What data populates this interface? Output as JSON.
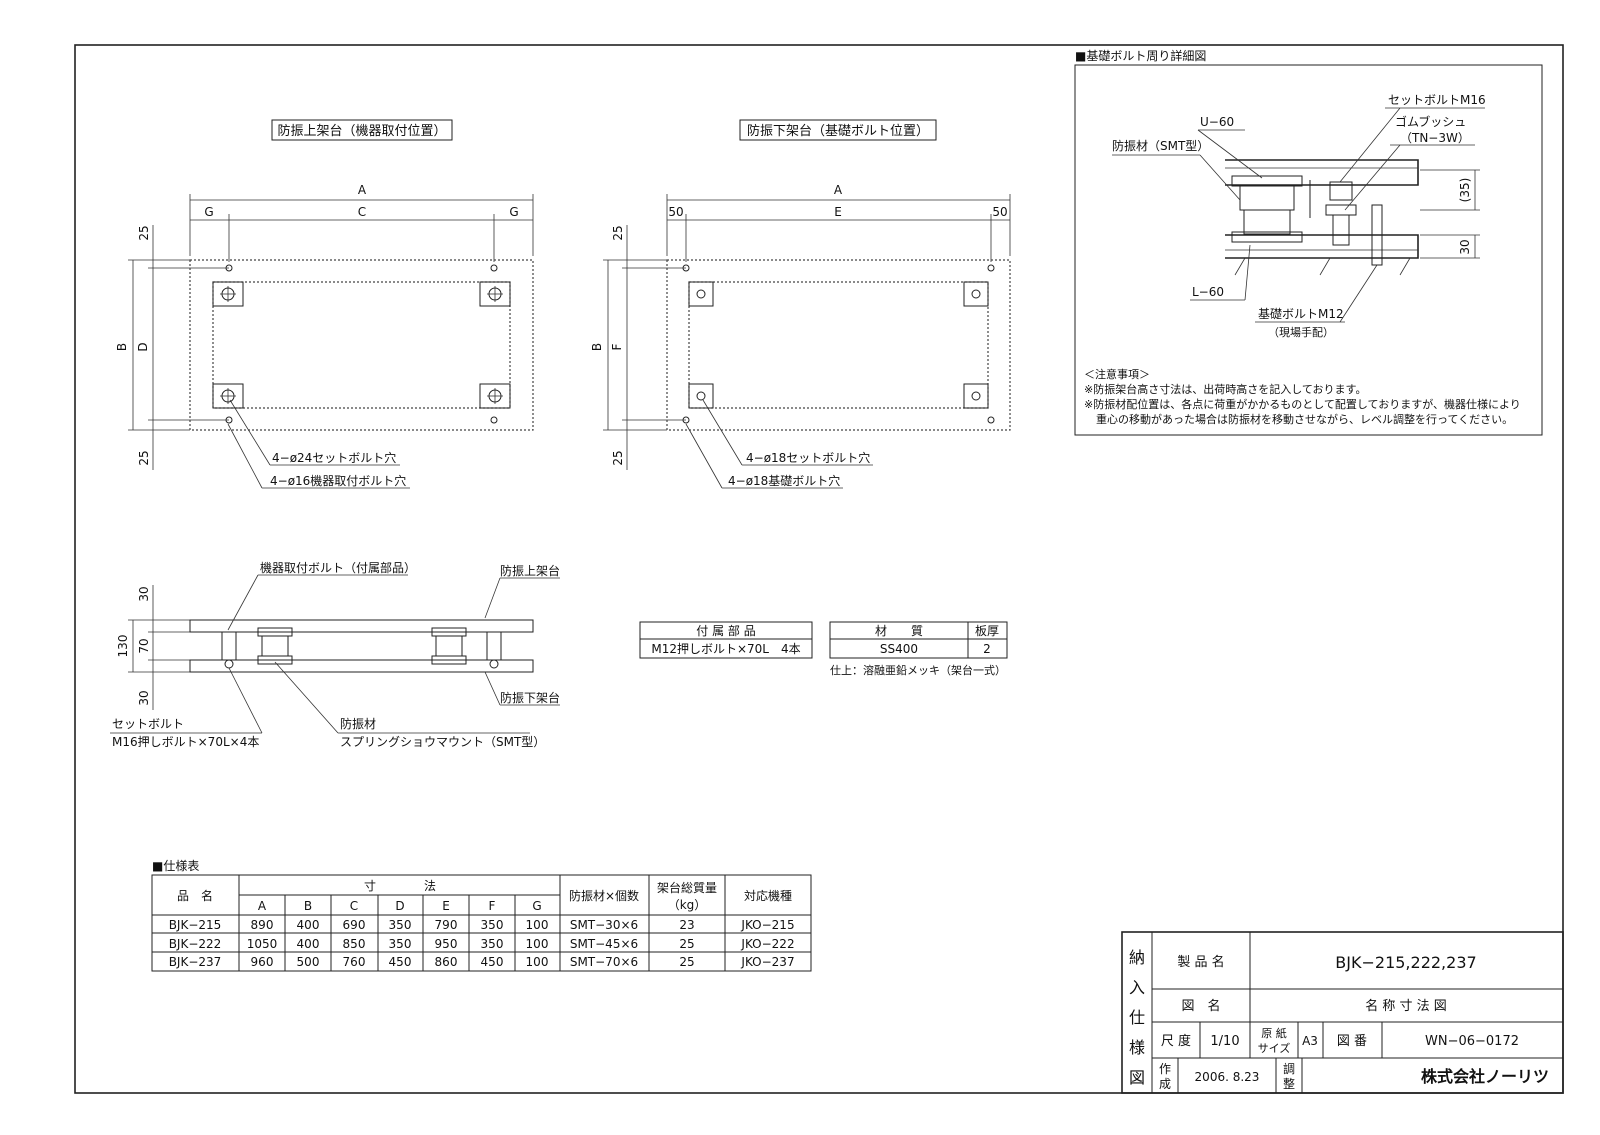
{
  "upper_frame": {
    "title": "防振上架台（機器取付位置）",
    "dim_A": "A",
    "dim_G_left": "G",
    "dim_C": "C",
    "dim_G_right": "G",
    "dim_B": "B",
    "dim_D": "D",
    "dim_25_top": "25",
    "dim_25_bottom": "25",
    "label_hole1": "4−ø24セットボルト穴",
    "label_hole2": "4−ø16機器取付ボルト穴"
  },
  "lower_frame": {
    "title": "防振下架台（基礎ボルト位置）",
    "dim_A": "A",
    "dim_50_left": "50",
    "dim_E": "E",
    "dim_50_right": "50",
    "dim_B": "B",
    "dim_F": "F",
    "dim_25_top": "25",
    "dim_25_bottom": "25",
    "label_hole1": "4−ø18セットボルト穴",
    "label_hole2": "4−ø18基礎ボルト穴"
  },
  "side_view": {
    "label_mount_bolt": "機器取付ボルト（付属部品）",
    "label_upper": "防振上架台",
    "label_lower": "防振下架台",
    "label_set_bolt": "セットボルト",
    "label_set_bolt_spec": "M16押しボルト×70L×4本",
    "label_damper": "防振材",
    "label_damper_spec": "スプリングショウマウント（SMT型）",
    "dim_30_top": "30",
    "dim_70": "70",
    "dim_130": "130",
    "dim_30_bottom": "30"
  },
  "detail": {
    "header": "■基礎ボルト周り詳細図",
    "label_set_bolt": "セットボルトM16",
    "label_u60": "U−60",
    "label_rubber": "ゴムブッシュ",
    "label_rubber_spec": "（TN−3W）",
    "label_damper": "防振材（SMT型）",
    "label_35": "(35)",
    "label_30": "30",
    "label_l60": "L−60",
    "label_anchor": "基礎ボルトM12",
    "label_anchor_note": "（現場手配）",
    "notes_title": "＜注意事項＞",
    "note1": "※防振架台高さ寸法は、出荷時高さを記入しております。",
    "note2": "※防振材配位置は、各点に荷重がかかるものとして配置しておりますが、機器仕様により",
    "note3": "重心の移動があった場合は防振材を移動させながら、レベル調整を行ってください。"
  },
  "accessory_table": {
    "header": "付 属 部 品",
    "row": "M12押しボルト×70L　4本"
  },
  "material_table": {
    "h_material": "材　　質",
    "h_thickness": "板厚",
    "material": "SS400",
    "thickness": "2",
    "finish": "仕上：溶融亜鉛メッキ（架台一式）"
  },
  "spec_table": {
    "title": "■仕様表",
    "h_name": "品　名",
    "h_dims": "寸　　　　法",
    "dim_cols": [
      "A",
      "B",
      "C",
      "D",
      "E",
      "F",
      "G"
    ],
    "h_damper": "防振材×個数",
    "h_weight": "架台総質量",
    "h_weight_unit": "（kg）",
    "h_model": "対応機種",
    "rows": [
      {
        "name": "BJK−215",
        "A": "890",
        "B": "400",
        "C": "690",
        "D": "350",
        "E": "790",
        "F": "350",
        "G": "100",
        "damper": "SMT−30×6",
        "weight": "23",
        "model": "JKO−215"
      },
      {
        "name": "BJK−222",
        "A": "1050",
        "B": "400",
        "C": "850",
        "D": "350",
        "E": "950",
        "F": "350",
        "G": "100",
        "damper": "SMT−45×6",
        "weight": "25",
        "model": "JKO−222"
      },
      {
        "name": "BJK−237",
        "A": "960",
        "B": "500",
        "C": "760",
        "D": "450",
        "E": "860",
        "F": "450",
        "G": "100",
        "damper": "SMT−70×6",
        "weight": "25",
        "model": "JKO−237"
      }
    ]
  },
  "title_block": {
    "side_label": [
      "納",
      "入",
      "仕",
      "様",
      "図"
    ],
    "l_product": "製 品 名",
    "product": "BJK−215,222,237",
    "l_drawing": "図　名",
    "drawing": "名 称 寸 法 図",
    "l_scale": "尺 度",
    "scale": "1/10",
    "l_paper1": "原 紙",
    "l_paper2": "サイズ",
    "paper": "A3",
    "l_number": "図 番",
    "number": "WN−06−0172",
    "l_created1": "作",
    "l_created2": "成",
    "created": "2006. 8.23",
    "l_adjust1": "調",
    "l_adjust2": "整",
    "company": "株式会社ノーリツ"
  }
}
